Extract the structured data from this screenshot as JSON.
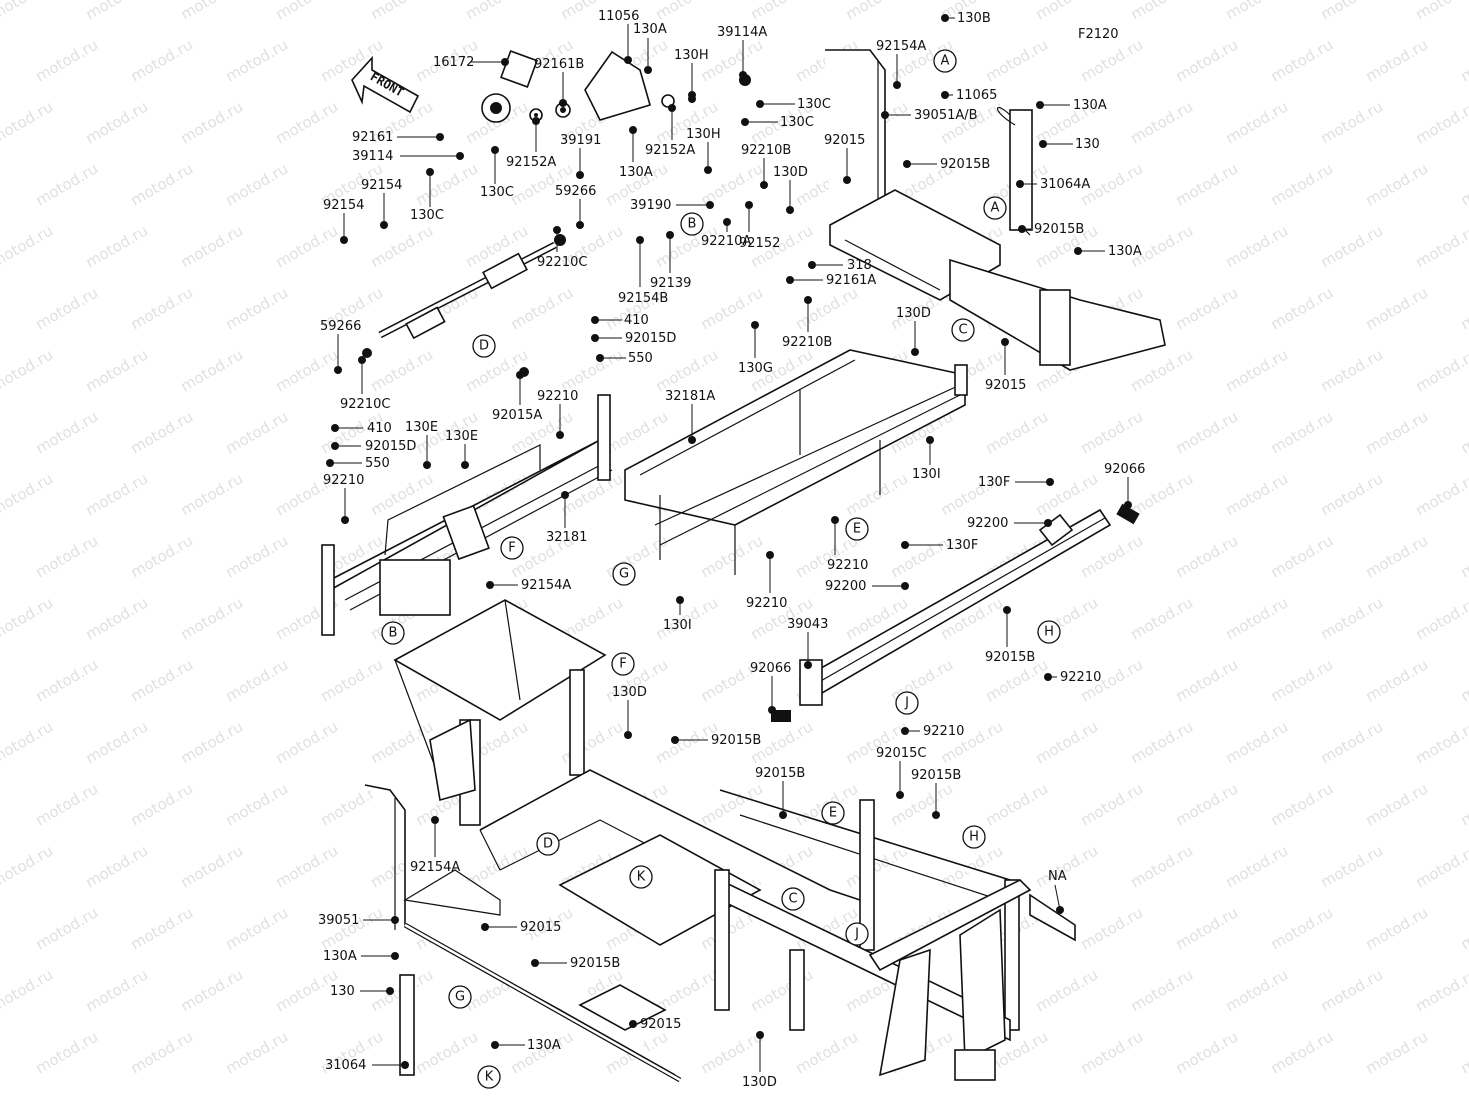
{
  "diagram": {
    "figure_code": "F2120",
    "direction_arrow": "FRONT",
    "watermark": "motod.ru",
    "callouts": [
      {
        "id": "c1",
        "label": "11056"
      },
      {
        "id": "c2",
        "label": "130A"
      },
      {
        "id": "c3",
        "label": "16172"
      },
      {
        "id": "c4",
        "label": "92161B"
      },
      {
        "id": "c5",
        "label": "130H"
      },
      {
        "id": "c6",
        "label": "39114A"
      },
      {
        "id": "c7",
        "label": "130C"
      },
      {
        "id": "c8",
        "label": "130C"
      },
      {
        "id": "c9",
        "label": "92161"
      },
      {
        "id": "c10",
        "label": "39114"
      },
      {
        "id": "c11",
        "label": "92152A"
      },
      {
        "id": "c12",
        "label": "39191"
      },
      {
        "id": "c13",
        "label": "130A"
      },
      {
        "id": "c14",
        "label": "92152A"
      },
      {
        "id": "c15",
        "label": "130C"
      },
      {
        "id": "c16",
        "label": "92154"
      },
      {
        "id": "c17",
        "label": "130C"
      },
      {
        "id": "c18",
        "label": "92154"
      },
      {
        "id": "c19",
        "label": "59266"
      },
      {
        "id": "c20",
        "label": "130H"
      },
      {
        "id": "c21",
        "label": "92210B"
      },
      {
        "id": "c22",
        "label": "130D"
      },
      {
        "id": "c23",
        "label": "39190"
      },
      {
        "id": "c24",
        "label": "92152"
      },
      {
        "id": "c25",
        "label": "92210C"
      },
      {
        "id": "c26",
        "label": "92139"
      },
      {
        "id": "c27",
        "label": "92210A"
      },
      {
        "id": "c28",
        "label": "92154B"
      },
      {
        "id": "c29",
        "label": "318"
      },
      {
        "id": "c30",
        "label": "92161A"
      },
      {
        "id": "c31",
        "label": "410"
      },
      {
        "id": "c32",
        "label": "92015D"
      },
      {
        "id": "c33",
        "label": "550"
      },
      {
        "id": "c34",
        "label": "130G"
      },
      {
        "id": "c35",
        "label": "92210B"
      },
      {
        "id": "c36",
        "label": "59266"
      },
      {
        "id": "c37",
        "label": "92210C"
      },
      {
        "id": "c38",
        "label": "92015A"
      },
      {
        "id": "c39",
        "label": "410"
      },
      {
        "id": "c40",
        "label": "92015D"
      },
      {
        "id": "c41",
        "label": "550"
      },
      {
        "id": "c42",
        "label": "130E"
      },
      {
        "id": "c43",
        "label": "130E"
      },
      {
        "id": "c44",
        "label": "92210"
      },
      {
        "id": "c45",
        "label": "92210"
      },
      {
        "id": "c46",
        "label": "32181"
      },
      {
        "id": "c47",
        "label": "32181A"
      },
      {
        "id": "c48",
        "label": "92154A"
      },
      {
        "id": "c49",
        "label": "130B"
      },
      {
        "id": "c50",
        "label": "11065"
      },
      {
        "id": "c51",
        "label": "92154A"
      },
      {
        "id": "c52",
        "label": "39051A/B"
      },
      {
        "id": "c53",
        "label": "130A"
      },
      {
        "id": "c54",
        "label": "130"
      },
      {
        "id": "c55",
        "label": "92015"
      },
      {
        "id": "c56",
        "label": "92015B"
      },
      {
        "id": "c57",
        "label": "31064A"
      },
      {
        "id": "c58",
        "label": "92015B"
      },
      {
        "id": "c59",
        "label": "130A"
      },
      {
        "id": "c60",
        "label": "130D"
      },
      {
        "id": "c61",
        "label": "92015"
      },
      {
        "id": "c62",
        "label": "130I"
      },
      {
        "id": "c63",
        "label": "130F"
      },
      {
        "id": "c64",
        "label": "92066"
      },
      {
        "id": "c65",
        "label": "92200"
      },
      {
        "id": "c66",
        "label": "92210"
      },
      {
        "id": "c67",
        "label": "130F"
      },
      {
        "id": "c68",
        "label": "92200"
      },
      {
        "id": "c69",
        "label": "92210"
      },
      {
        "id": "c70",
        "label": "130I"
      },
      {
        "id": "c71",
        "label": "39043"
      },
      {
        "id": "c72",
        "label": "92066"
      },
      {
        "id": "c73",
        "label": "92015B"
      },
      {
        "id": "c74",
        "label": "92210"
      },
      {
        "id": "c75",
        "label": "92210"
      },
      {
        "id": "c76",
        "label": "130D"
      },
      {
        "id": "c77",
        "label": "92015B"
      },
      {
        "id": "c78",
        "label": "92015C"
      },
      {
        "id": "c79",
        "label": "92015B"
      },
      {
        "id": "c80",
        "label": "92015B"
      },
      {
        "id": "c81",
        "label": "92154A"
      },
      {
        "id": "c82",
        "label": "NA"
      },
      {
        "id": "c83",
        "label": "39051"
      },
      {
        "id": "c84",
        "label": "92015"
      },
      {
        "id": "c85",
        "label": "92015B"
      },
      {
        "id": "c86",
        "label": "130A"
      },
      {
        "id": "c87",
        "label": "130"
      },
      {
        "id": "c88",
        "label": "92015"
      },
      {
        "id": "c89",
        "label": "31064"
      },
      {
        "id": "c90",
        "label": "130A"
      },
      {
        "id": "c91",
        "label": "130D"
      }
    ],
    "reference_markers": [
      {
        "id": "m1",
        "letter": "A"
      },
      {
        "id": "m2",
        "letter": "A"
      },
      {
        "id": "m3",
        "letter": "B"
      },
      {
        "id": "m4",
        "letter": "B"
      },
      {
        "id": "m5",
        "letter": "C"
      },
      {
        "id": "m6",
        "letter": "C"
      },
      {
        "id": "m7",
        "letter": "D"
      },
      {
        "id": "m8",
        "letter": "D"
      },
      {
        "id": "m9",
        "letter": "E"
      },
      {
        "id": "m10",
        "letter": "E"
      },
      {
        "id": "m11",
        "letter": "F"
      },
      {
        "id": "m12",
        "letter": "F"
      },
      {
        "id": "m13",
        "letter": "G"
      },
      {
        "id": "m14",
        "letter": "G"
      },
      {
        "id": "m15",
        "letter": "H"
      },
      {
        "id": "m16",
        "letter": "H"
      },
      {
        "id": "m17",
        "letter": "J"
      },
      {
        "id": "m18",
        "letter": "J"
      },
      {
        "id": "m19",
        "letter": "K"
      },
      {
        "id": "m20",
        "letter": "K"
      }
    ]
  }
}
